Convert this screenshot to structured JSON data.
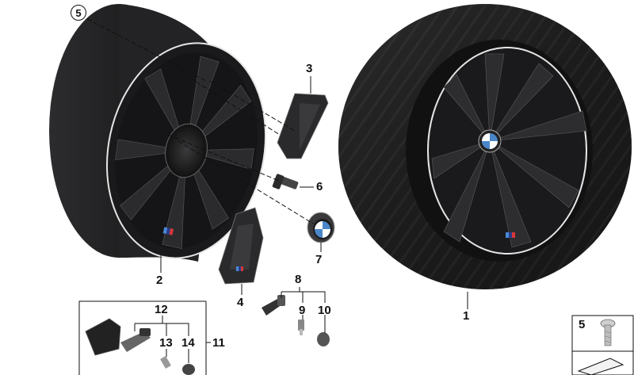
{
  "callouts": {
    "c1": "1",
    "c2": "2",
    "c3": "3",
    "c4": "4",
    "c5_circled": "5",
    "c5_box": "5",
    "c6": "6",
    "c7": "7",
    "c8": "8",
    "c9": "9",
    "c10": "10",
    "c11": "11",
    "c12": "12",
    "c13": "13",
    "c14": "14"
  },
  "colors": {
    "rim": "#1c1c1e",
    "tire": "#161616",
    "edge": "#e6e6e6",
    "line": "#111111"
  }
}
